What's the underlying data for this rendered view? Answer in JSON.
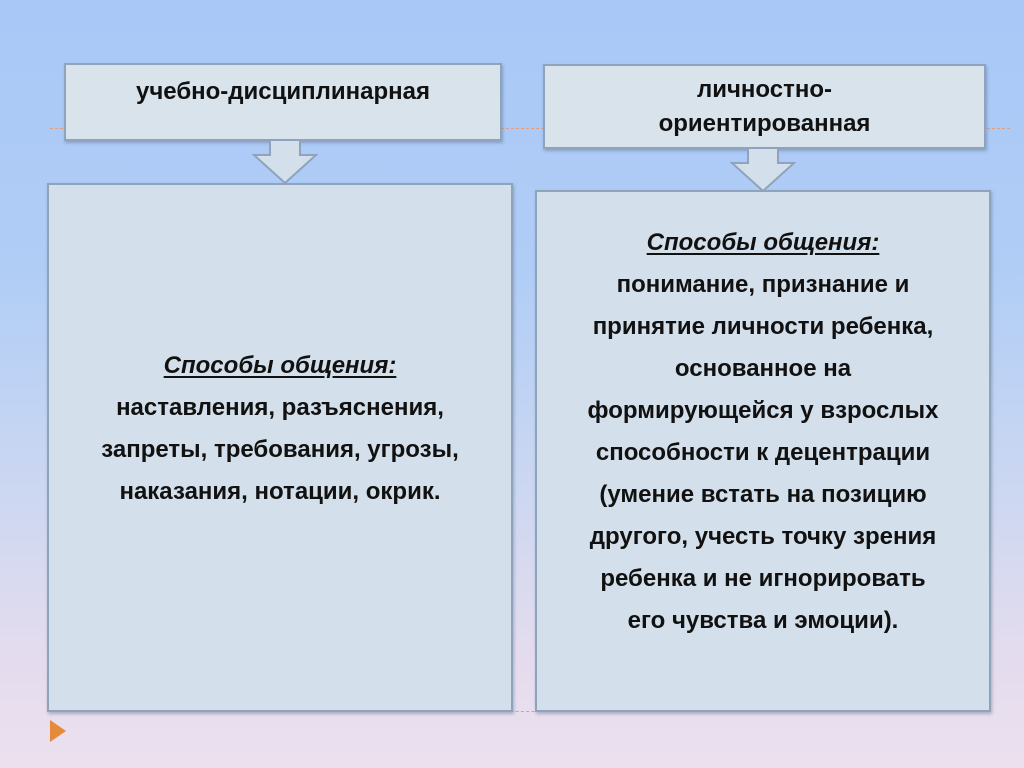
{
  "left_column": {
    "header": "учебно-дисциплинарная",
    "heading": "Способы общения:",
    "body": "наставления, разъяснения,\nзапреты, требования, угрозы,\nнаказания, нотации, окрик."
  },
  "right_column": {
    "header": "личностно-\nориентированная",
    "heading": "Способы общения:",
    "body": "понимание, признание и\nпринятие личности ребенка,\nоснованное на\nформирующейся у взрослых\nспособности к децентрации\n(умение встать на позицию\nдругого, учесть точку зрения\nребенка и не игнорировать\nего чувства и эмоции)."
  },
  "colors": {
    "box_fill": "#d3dfea",
    "box_border": "#8fa3bd",
    "accent": "#e58a3a"
  }
}
